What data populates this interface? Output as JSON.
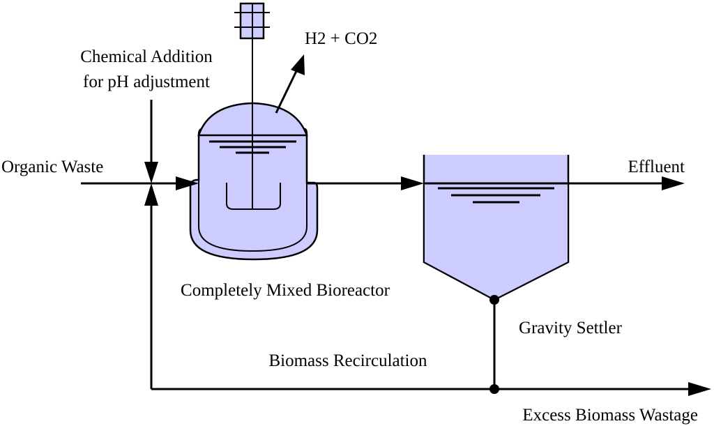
{
  "labels": {
    "chemical_line1": "Chemical Addition",
    "chemical_line2": "for pH adjustment",
    "gas_output": "H2 + CO2",
    "organic_waste": "Organic Waste",
    "effluent": "Effluent",
    "bioreactor": "Completely Mixed Bioreactor",
    "gravity_settler": "Gravity Settler",
    "recirculation": "Biomass Recirculation",
    "wastage": "Excess Biomass Wastage"
  },
  "colors": {
    "vessel_fill": "#ccccff",
    "line": "#000000"
  }
}
